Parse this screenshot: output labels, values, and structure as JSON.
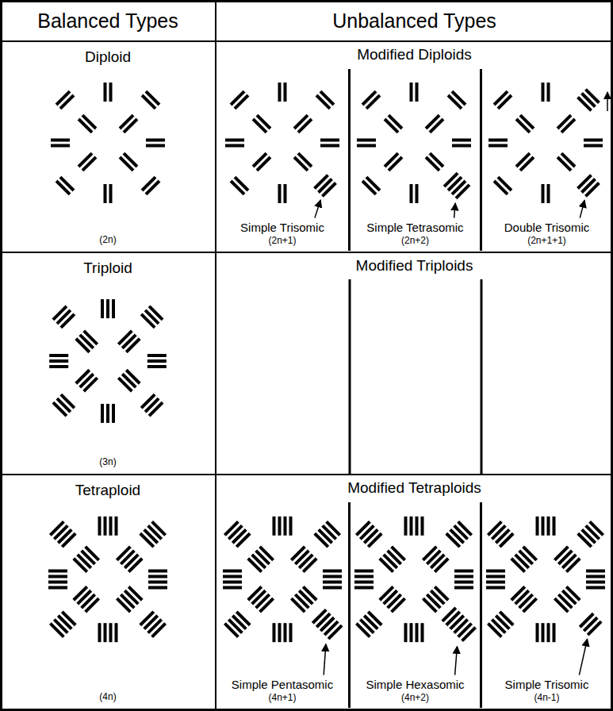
{
  "diagram": {
    "nodes": [
      {
        "text": [
          "Balanced Types"
        ]
      },
      {
        "text": [
          "Unbalanced Types"
        ]
      },
      {
        "text": [
          "Diploid",
          "(2n)"
        ]
      },
      {
        "text": [
          "Modified Diploids"
        ]
      },
      {
        "text": [
          "Simple Trisomic",
          "(2n+1)"
        ],
        "in": 3
      },
      {
        "text": [
          "Simple Tetrasomic",
          "(2n+2)"
        ],
        "in": 3
      },
      {
        "text": [
          "Double Trisomic",
          "(2n+1+1)"
        ],
        "in": 3
      },
      {
        "text": [
          "Triploid",
          "(3n)"
        ]
      },
      {
        "text": [
          "Modified Triploids"
        ]
      },
      {
        "text": [
          "Tetraploid",
          "(4n)"
        ]
      },
      {
        "text": [
          "Modified Tetraploids"
        ]
      },
      {
        "text": [
          "Simple Pentasomic",
          "(4n+1)"
        ],
        "in": 10
      },
      {
        "text": [
          "Simple Hexasomic",
          "(4n+2)"
        ],
        "in": 10
      },
      {
        "text": [
          "Simple Trisomic",
          "(4n-1)"
        ],
        "in": 10
      }
    ]
  }
}
